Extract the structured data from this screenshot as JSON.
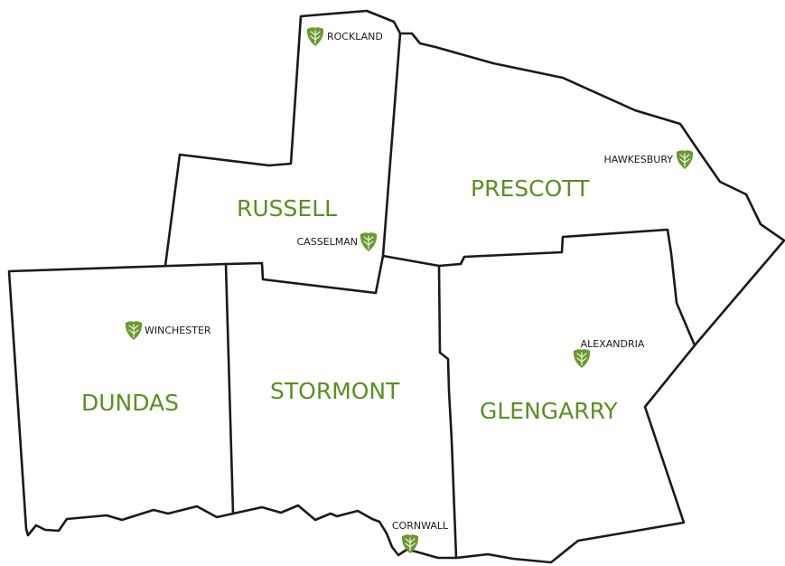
{
  "map": {
    "accent_color": "#5b8f22",
    "marker_color": "#6a9a2e",
    "marker_icon": "grape-leaf-shield-icon",
    "counties": [
      {
        "id": "russell",
        "name": "RUSSELL"
      },
      {
        "id": "prescott",
        "name": "PRESCOTT"
      },
      {
        "id": "dundas",
        "name": "DUNDAS"
      },
      {
        "id": "stormont",
        "name": "STORMONT"
      },
      {
        "id": "glengarry",
        "name": "GLENGARRY"
      }
    ],
    "towns": [
      {
        "id": "rockland",
        "name": "ROCKLAND"
      },
      {
        "id": "casselman",
        "name": "CASSELMAN"
      },
      {
        "id": "hawkesbury",
        "name": "HAWKESBURY"
      },
      {
        "id": "winchester",
        "name": "WINCHESTER"
      },
      {
        "id": "alexandria",
        "name": "ALEXANDRIA"
      },
      {
        "id": "cornwall",
        "name": "CORNWALL"
      }
    ]
  }
}
